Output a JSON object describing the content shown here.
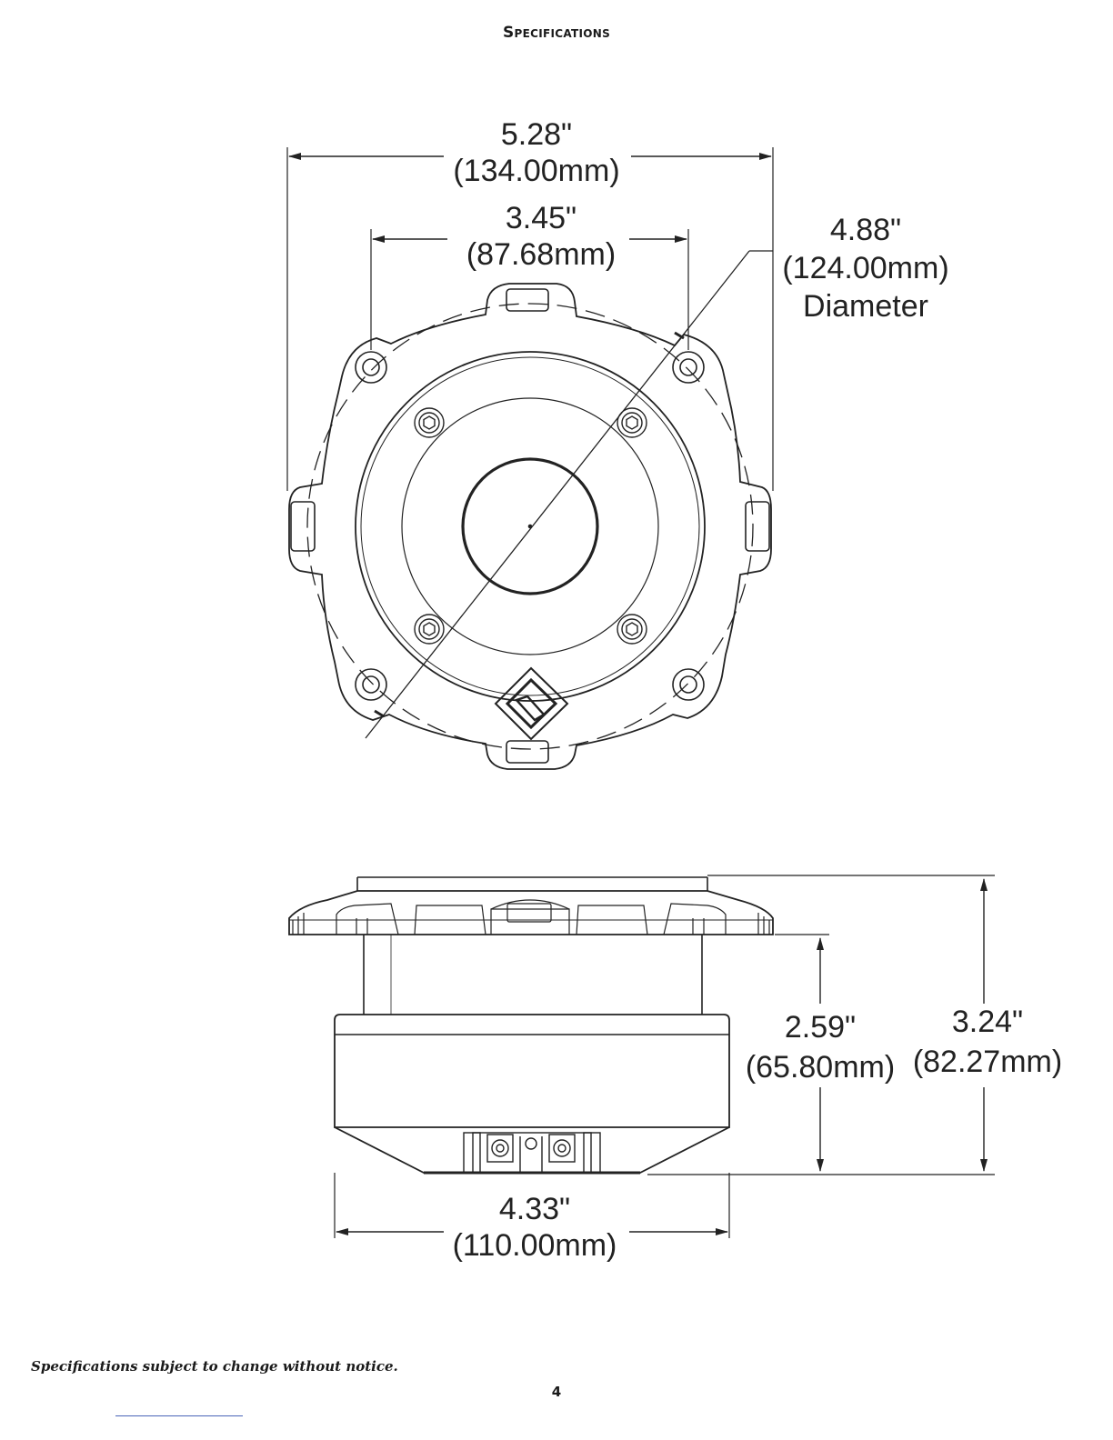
{
  "page": {
    "title": "Specifications",
    "footer_note": "Specifications subject to change without notice.",
    "page_number": "4"
  },
  "top_view": {
    "overall_width": {
      "in": "5.28\"",
      "mm": "(134.00mm)"
    },
    "mount_spacing": {
      "in": "3.45\"",
      "mm": "(87.68mm)"
    },
    "diameter": {
      "in": "4.88\"",
      "mm": "(124.00mm)",
      "label": "Diameter"
    }
  },
  "side_view": {
    "mount_depth": {
      "in": "2.59\"",
      "mm": "(65.80mm)"
    },
    "overall_height": {
      "in": "3.24\"",
      "mm": "(82.27mm)"
    },
    "body_width": {
      "in": "4.33\"",
      "mm": "(110.00mm)"
    }
  }
}
